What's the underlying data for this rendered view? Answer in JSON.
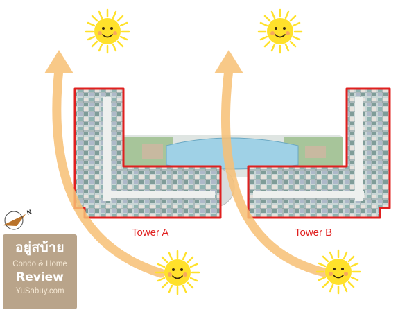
{
  "towers": [
    {
      "label": "Tower A"
    },
    {
      "label": "Tower B"
    }
  ],
  "compass": {
    "letter": "N"
  },
  "logo": {
    "line1": "อยู่สบ้าย",
    "line2": "Condo & Home",
    "line3": "Review",
    "line4": "YuSabuy.com"
  },
  "colors": {
    "sun": "#ffe12b",
    "arrow": "#f7c074",
    "outline": "#e0201f",
    "pool": "#9fd1e6",
    "logo_bg": "#b9a48a"
  },
  "icons": [
    "sun-icon",
    "sun-path-arrow",
    "compass-icon"
  ]
}
